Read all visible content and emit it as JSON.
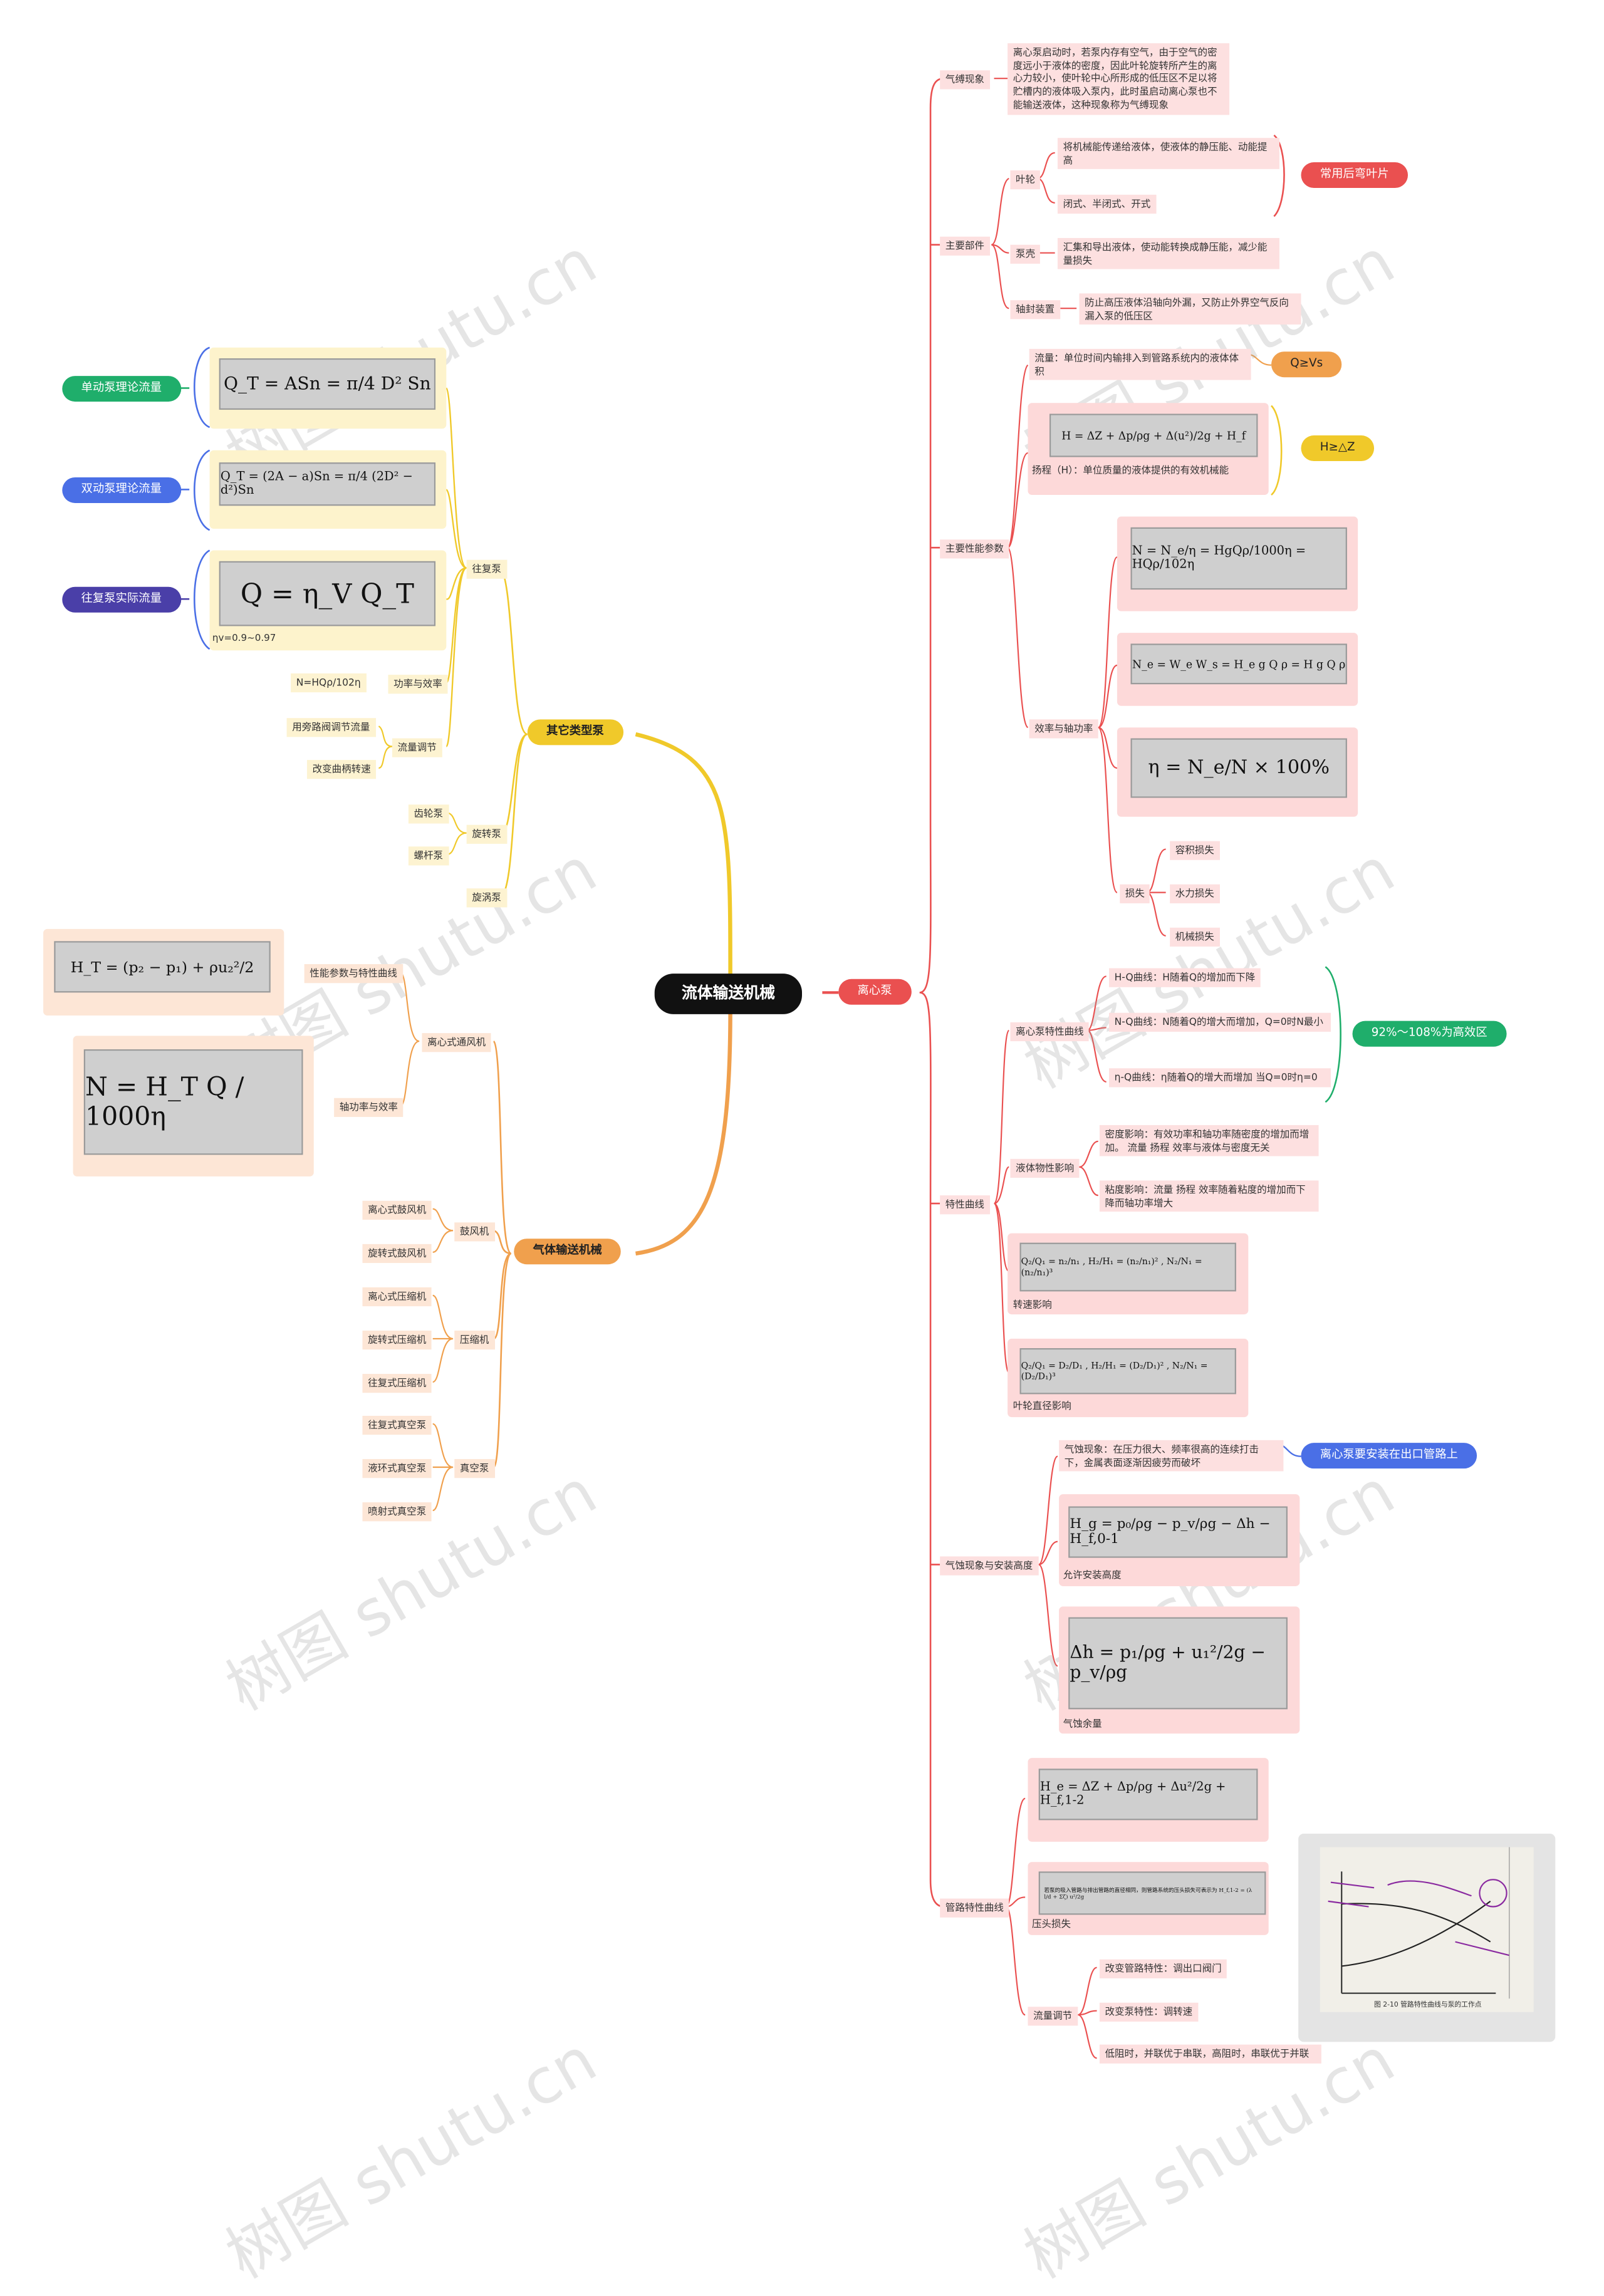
{
  "center": "流体输送机械",
  "branches": {
    "other_pumps": "其它类型泵",
    "gas": "气体输送机械",
    "centrifugal": "离心泵"
  },
  "left_top": {
    "single_flow": "单动泵理论流量",
    "double_flow": "双动泵理论流量",
    "actual_flow": "往复泵实际流量",
    "formula_single": "Q_T = ASn = π/4 D² Sn",
    "formula_double": "Q_T = (2A − a)Sn = π/4 (2D² − d²)Sn",
    "formula_actual": "Q = η_V Q_T",
    "eta_v": "ηv=0.9~0.97",
    "reciprocating": "往复泵",
    "power_eff": "功率与效率",
    "power_formula": "N=HQρ/102η",
    "flow_regulation": "流量调节",
    "bypass": "用旁路阀调节流量",
    "crank": "改变曲柄转速",
    "rotary": "旋转泵",
    "gear": "齿轮泵",
    "screw": "螺杆泵",
    "vortex": "旋涡泵"
  },
  "left_gas": {
    "fan": "离心式通风机",
    "perf": "性能参数与特性曲线",
    "shaft": "轴功率与效率",
    "formula_ht": "H_T = (p₂ − p₁) + ρu₂²/2",
    "formula_n": "N = H_T Q / 1000η",
    "blower": "鼓风机",
    "blower_items": [
      "离心式鼓风机",
      "旋转式鼓风机"
    ],
    "compressor": "压缩机",
    "compressor_items": [
      "离心式压缩机",
      "旋转式压缩机",
      "往复式压缩机"
    ],
    "vacuum": "真空泵",
    "vacuum_items": [
      "往复式真空泵",
      "液环式真空泵",
      "喷射式真空泵"
    ]
  },
  "right": {
    "air_binding": "气缚现象",
    "air_binding_desc": "离心泵启动时，若泵内存有空气，由于空气的密度远小于液体的密度，因此叶轮旋转所产生的离心力较小，使叶轮中心所形成的低压区不足以将贮槽内的液体吸入泵内，此时虽启动离心泵也不能输送液体，这种现象称为气缚现象",
    "main_parts": "主要部件",
    "impeller": "叶轮",
    "impeller_desc": "将机械能传递给液体，使液体的静压能、动能提高",
    "impeller_types": "闭式、半闭式、开式",
    "backward": "常用后弯叶片",
    "casing": "泵壳",
    "casing_desc": "汇集和导出液体，使动能转换成静压能，减少能量损失",
    "seal": "轴封装置",
    "seal_desc": "防止高压液体沿轴向外漏，又防止外界空气反向漏入泵的低压区",
    "main_params": "主要性能参数",
    "flow_desc": "流量：单位时间内输排入到管路系统内的液体体积",
    "q_vs": "Q≥Vs",
    "head_formula": "H = ΔZ + Δp/ρg + Δ(u²)/2g + H_f",
    "head_desc": "扬程（H）：单位质量的液体提供的有效机械能",
    "h_dz": "H≥△Z",
    "eff_power": "效率与轴功率",
    "formula_ne": "N = N_e/η = HgQρ/1000η = HQρ/102η",
    "formula_ne2": "N_e = W_e W_s = H_e g Q ρ = H g Q ρ",
    "formula_eta": "η = N_e/N × 100%",
    "loss": "损失",
    "losses": [
      "容积损失",
      "水力损失",
      "机械损失"
    ],
    "char_curve": "特性曲线",
    "curve_of_pump": "离心泵特性曲线",
    "hq": "H-Q曲线：H随着Q的增加而下降",
    "nq": "N-Q曲线：N随着Q的增大而增加，Q=0时N最小",
    "etaq": "η-Q曲线：η随着Q的增大而增加 当Q=0时η=0",
    "high_eff": "92%～108%为高效区",
    "liquid_prop": "液体物性影响",
    "density": "密度影响：有效功率和轴功率随密度的增加而增加。 流量 扬程 效率与液体与密度无关",
    "viscosity": "粘度影响：流量 扬程 效率随着粘度的增加而下降而轴功率增大",
    "speed_formula": "Q₂/Q₁ = n₂/n₁ , H₂/H₁ = (n₂/n₁)² , N₂/N₁ = (n₂/n₁)³",
    "speed_effect": "转速影响",
    "dia_formula": "Q₂/Q₁ = D₂/D₁ , H₂/H₁ = (D₂/D₁)² , N₂/N₁ = (D₂/D₁)³",
    "dia_effect": "叶轮直径影响",
    "cavitation": "气蚀现象与安装高度",
    "cav_desc": "气蚀现象：在压力很大、频率很高的连续打击下，金属表面逐渐因疲劳而破坏",
    "outlet": "离心泵要安装在出口管路上",
    "hg_formula": "H_g = p₀/ρg − p_v/ρg − Δh − H_f,0-1",
    "allow_height": "允许安装高度",
    "dh_formula": "Δh = p₁/ρg + u₁²/2g − p_v/ρg",
    "npsh": "气蚀余量",
    "pipe_curve": "管路特性曲线",
    "he_formula": "H_e = ΔZ + Δp/ρg + Δu²/2g + H_f,1-2",
    "head_loss": "压头损失",
    "head_loss_img": "若泵的吸入管路与排出管路的直径相同，则管路系统的压头损失可表示为 H_f,1-2 = (λ l/d + Σζ) u²/2g",
    "flow_reg": "流量调节",
    "change_pipe": "改变管路特性：调出口阀门",
    "change_pump": "改变泵特性：调转速",
    "series": "低阻时，并联优于串联，高阻时，串联优于并联",
    "fig_caption": "图 2-10  管路特性曲线与泵的工作点"
  },
  "watermark": "树图 shutu.cn",
  "colors": {
    "yellow": "#f0c92a",
    "orange": "#f0a04d",
    "red": "#ea5050",
    "green": "#1fae6b",
    "blue": "#4a6fe6",
    "purple": "#4a3fa8"
  }
}
